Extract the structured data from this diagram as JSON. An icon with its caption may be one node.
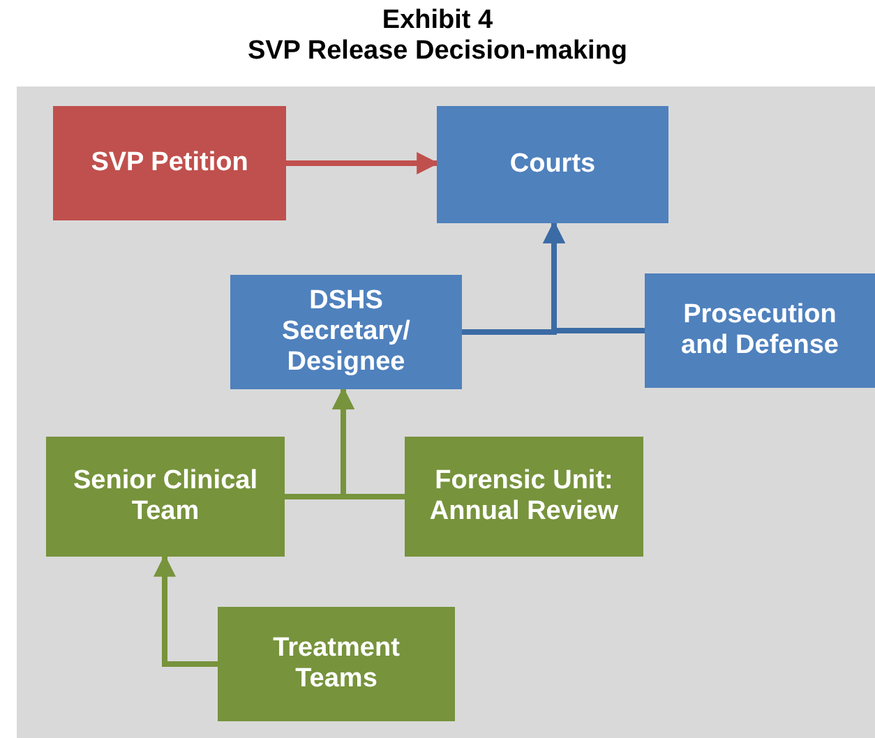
{
  "diagram": {
    "title": "Exhibit 4",
    "labels": [
      "SVP Release Decision-making"
    ],
    "nodes": [
      {
        "text": [
          "SVP Petition"
        ]
      },
      {
        "text": [
          "Courts"
        ]
      },
      {
        "text": [
          "DSHS Secretary/ Designee"
        ]
      },
      {
        "text": [
          "Prosecution and Defense"
        ]
      },
      {
        "text": [
          "Senior Clinical Team"
        ]
      },
      {
        "text": [
          "Forensic Unit: Annual Review"
        ]
      },
      {
        "text": [
          "Treatment Teams"
        ]
      }
    ],
    "edges": [
      {
        "from": 0,
        "to": 1,
        "arrow": "to",
        "color": "#c0504d"
      },
      {
        "from": 2,
        "to": 1,
        "arrow": "to",
        "color": "#3b6ba5"
      },
      {
        "from": 3,
        "to": 1,
        "arrow": "to",
        "color": "#3b6ba5"
      },
      {
        "from": 4,
        "to": 2,
        "arrow": "to",
        "color": "#77933c"
      },
      {
        "from": 5,
        "to": 2,
        "arrow": "to",
        "color": "#77933c"
      },
      {
        "from": 6,
        "to": 4,
        "arrow": "to",
        "color": "#77933c"
      }
    ]
  }
}
